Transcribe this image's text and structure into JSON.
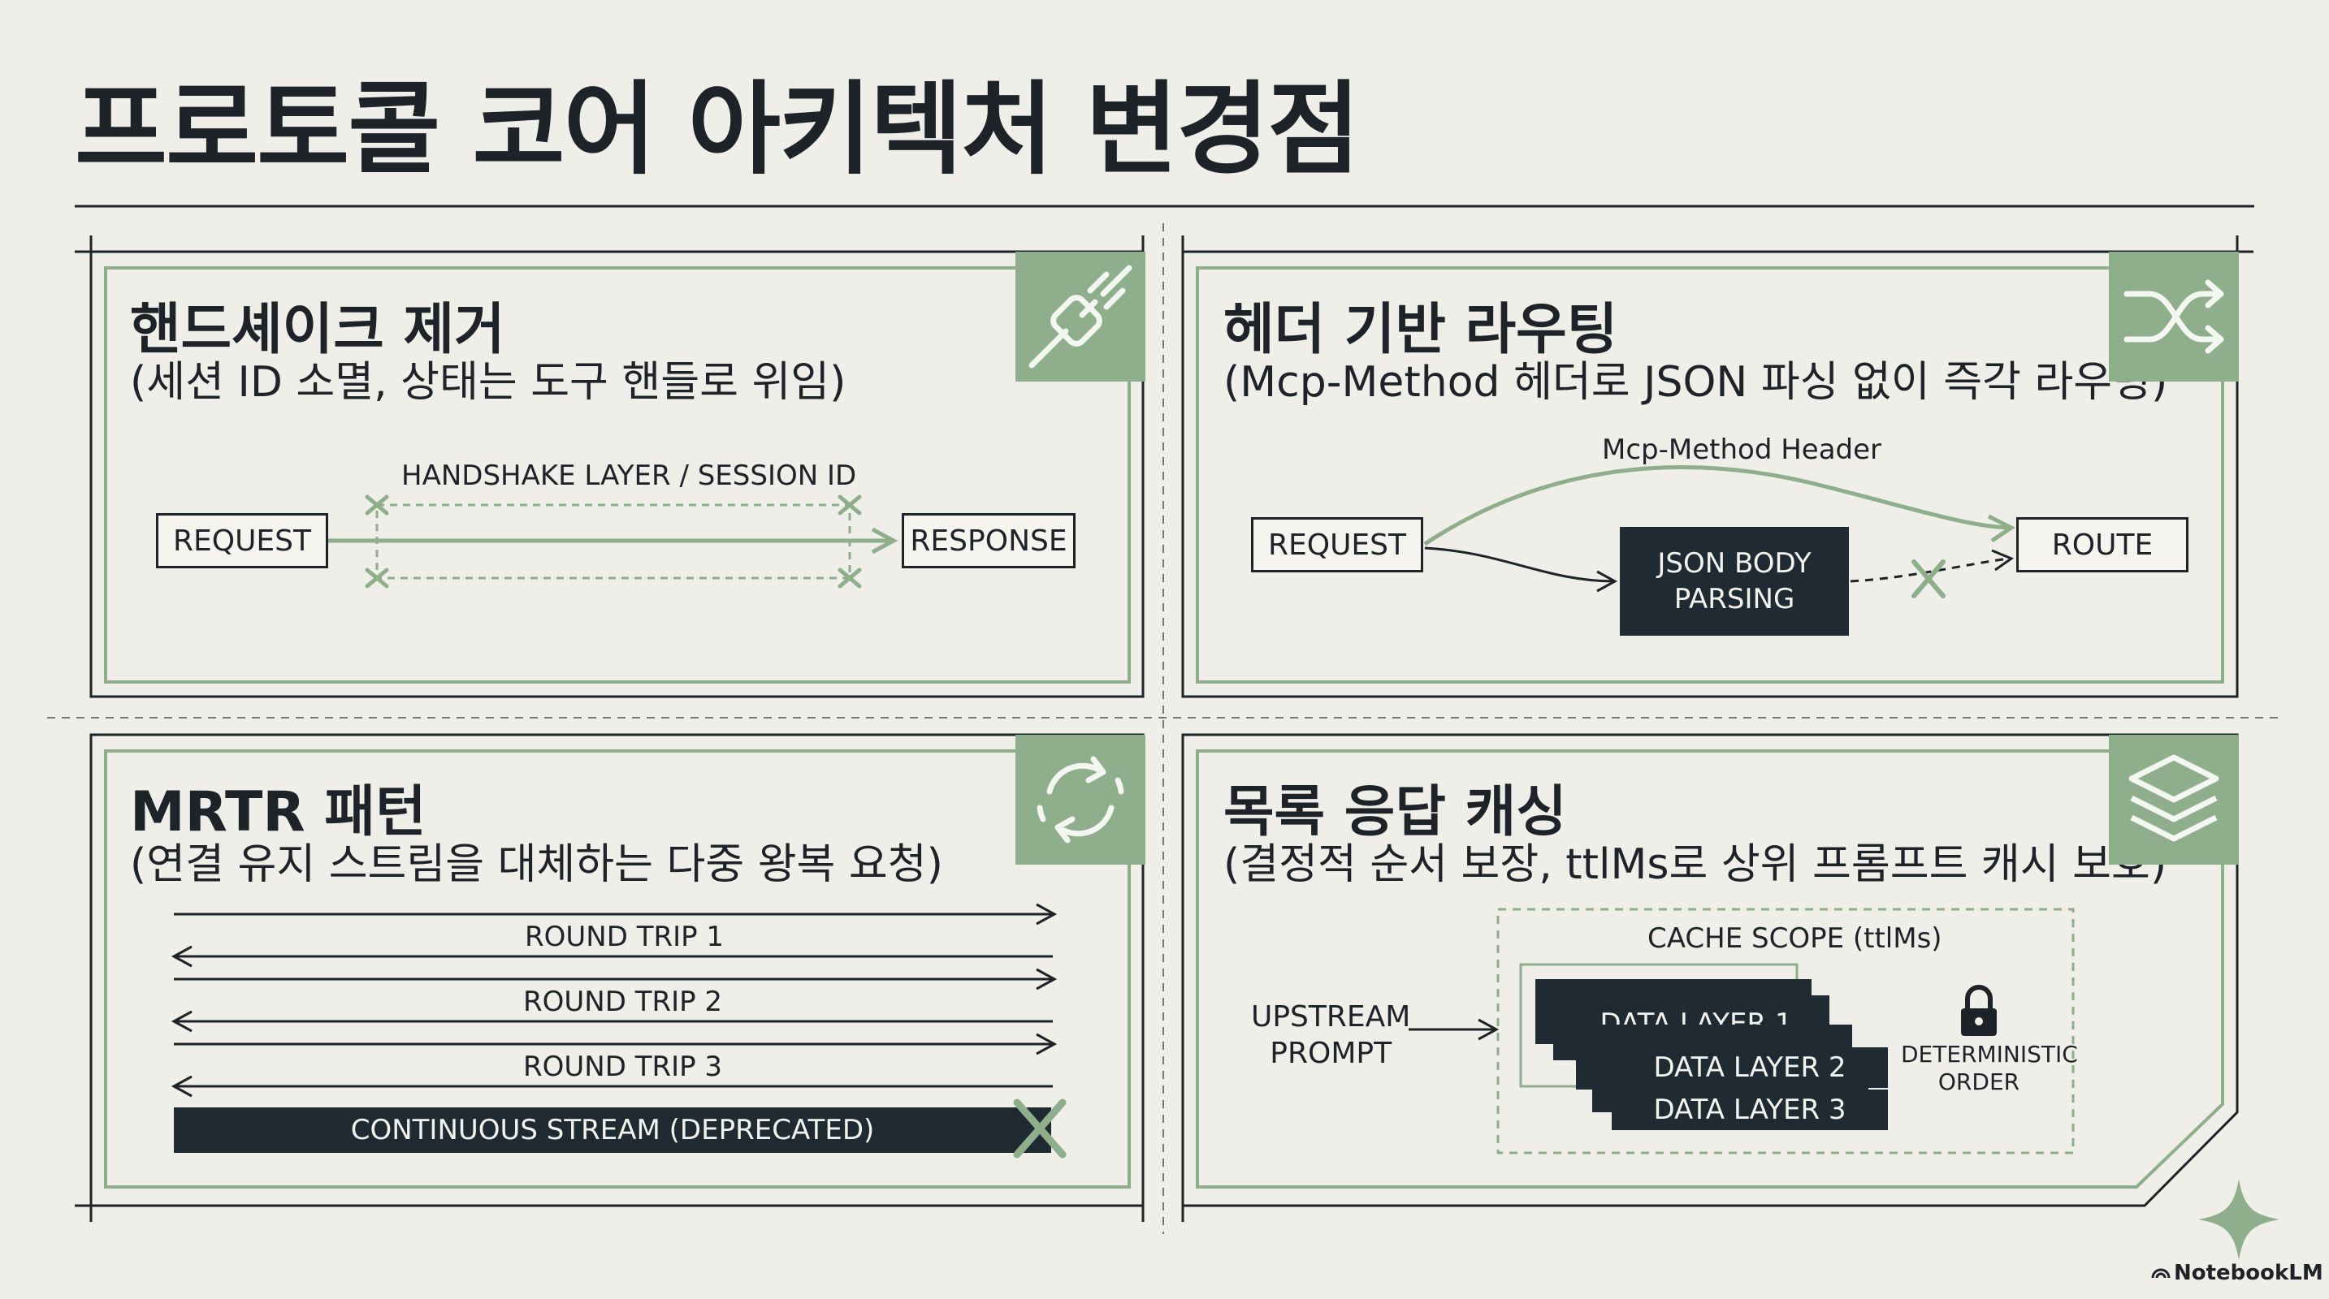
{
  "title": "프로토콜 코어 아키텍처 변경점",
  "panels": {
    "handshake": {
      "title": "핸드셰이크 제거",
      "subtitle": "(세션 ID 소멸, 상태는 도구 핸들로 위임)",
      "layer_label": "HANDSHAKE LAYER / SESSION ID",
      "request": "REQUEST",
      "response": "RESPONSE",
      "icon": "plug-icon"
    },
    "routing": {
      "title": "헤더 기반 라우팅",
      "subtitle": "(Mcp-Method 헤더로 JSON 파싱 없이 즉각 라우팅)",
      "header_label": "Mcp-Method Header",
      "request": "REQUEST",
      "parsing_line1": "JSON BODY",
      "parsing_line2": "PARSING",
      "route": "ROUTE",
      "icon": "shuffle-icon"
    },
    "mrtr": {
      "title": "MRTR 패턴",
      "subtitle": "(연결 유지 스트림을 대체하는 다중 왕복 요청)",
      "trips": [
        "ROUND TRIP 1",
        "ROUND TRIP 2",
        "ROUND TRIP 3"
      ],
      "stream": "CONTINUOUS STREAM (DEPRECATED)",
      "icon": "refresh-icon"
    },
    "caching": {
      "title": "목록 응답 캐싱",
      "subtitle": "(결정적 순서 보장, ttlMs로 상위 프롬프트 캐시 보호)",
      "scope_label": "CACHE SCOPE (ttlMs)",
      "upstream_line1": "UPSTREAM",
      "upstream_line2": "PROMPT",
      "layers": [
        "DATA LAYER 1",
        "DATA LAYER 2",
        "DATA LAYER 3"
      ],
      "order_line1": "DETERMINISTIC",
      "order_line2": "ORDER",
      "icon": "layers-icon"
    }
  },
  "brand": "NotebookLM",
  "colors": {
    "background": "#efeee8",
    "accent_green": "#8fae8c",
    "dark": "#1f2a32",
    "line": "#1d2328"
  }
}
